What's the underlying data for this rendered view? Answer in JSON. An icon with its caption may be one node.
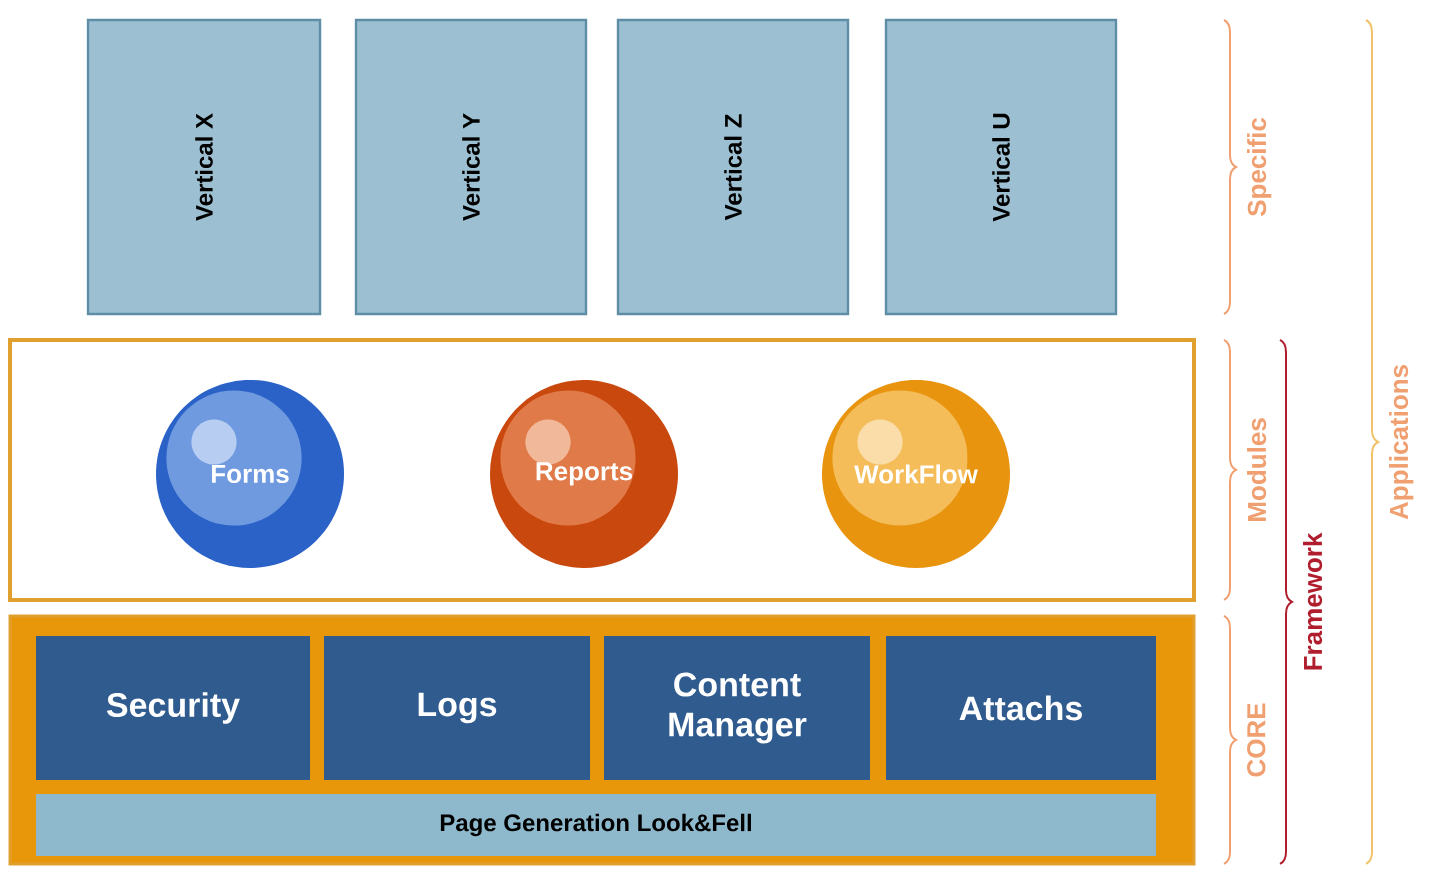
{
  "diagram": {
    "nodes": [
      {
        "text": [
          "Vertical X"
        ]
      },
      {
        "text": [
          "Vertical Y"
        ]
      },
      {
        "text": [
          "Vertical Z"
        ]
      },
      {
        "text": [
          "Vertical U"
        ]
      },
      {
        "text": [],
        "shape": "box"
      },
      {
        "text": [
          "Forms"
        ],
        "in": 4
      },
      {
        "text": [
          "Reports"
        ],
        "in": 4
      },
      {
        "text": [
          "WorkFlow"
        ],
        "in": 4
      },
      {
        "text": [],
        "shape": "box"
      },
      {
        "text": [
          "Security"
        ],
        "in": 8
      },
      {
        "text": [
          "Logs"
        ],
        "in": 8
      },
      {
        "text": [
          "Content Manager"
        ],
        "in": 8
      },
      {
        "text": [
          "Attachs"
        ],
        "in": 8
      },
      {
        "text": [
          "Page Generation Look&Fell"
        ],
        "in": 8
      }
    ],
    "labels": [
      "Specific",
      "Modules",
      "CORE",
      "Framework",
      "Applications"
    ]
  }
}
